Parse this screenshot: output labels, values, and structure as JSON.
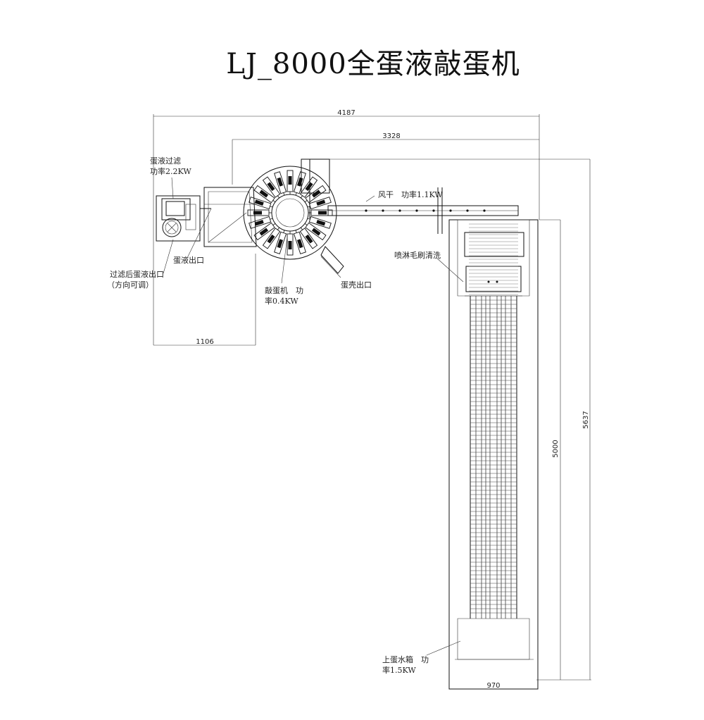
{
  "title": "LJ_8000全蛋液敲蛋机",
  "dimensions": {
    "total_width": "4187",
    "machine_width": "3328",
    "filter_width": "1106",
    "conveyor_length": "5000",
    "total_length": "5637",
    "conveyor_width": "970"
  },
  "labels": {
    "filter_line1": "蛋液过滤",
    "filter_line2": "功率2.2KW",
    "liquid_outlet": "蛋液出口",
    "filtered_outlet_line1": "过滤后蛋液出口",
    "filtered_outlet_line2": "（方向可调）",
    "breaker_line1": "敲蛋机　功",
    "breaker_line2": "率0.4KW",
    "shell_outlet": "蛋壳出口",
    "fan": "风干　功率1.1KW",
    "spray": "喷淋毛刷清洗",
    "water_tank_line1": "上蛋水箱　功",
    "water_tank_line2": "率1.5KW"
  }
}
